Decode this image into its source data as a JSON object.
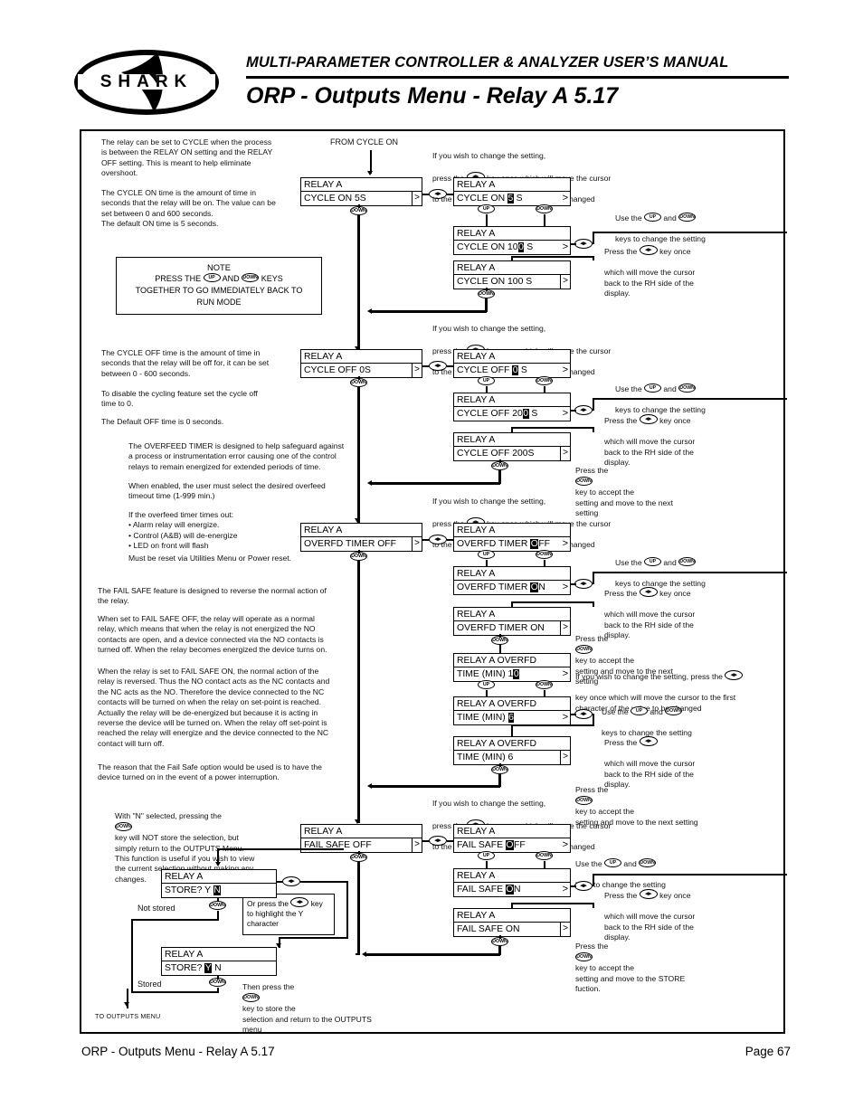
{
  "header": {
    "brand": "SHARK",
    "manual_title": "MULTI-PARAMETER CONTROLLER & ANALYZER USER’S MANUAL",
    "page_title": "ORP - Outputs Menu - Relay A 5.17"
  },
  "footer": {
    "left": "ORP - Outputs Menu - Relay A 5.17",
    "right": "Page 67"
  },
  "keys": {
    "up": "UP",
    "down": "DOWN",
    "leftright": "◂▸"
  },
  "flow": {
    "entry_label": "FROM CYCLE ON",
    "exit_label": "TO OUTPUTS MENU"
  },
  "notes": {
    "cycle_intro": "The relay can be set to CYCLE when the process\nis between the RELAY ON setting and the RELAY\nOFF setting. This is meant to help eliminate\novershoot.",
    "cycle_on": "The CYCLE ON time is the amount of time in\nseconds that the relay will be on. The value can be\nset between 0 and 600 seconds.\nThe default ON time is 5 seconds.",
    "note_title": "NOTE",
    "note_line1_a": "PRESS THE",
    "note_line1_b": "AND",
    "note_line1_c": "KEYS",
    "note_line2": "TOGETHER TO GO IMMEDIATELY BACK TO",
    "note_line3": "RUN MODE",
    "cycle_off": "The CYCLE OFF time is the amount of time in\nseconds that the relay will be off for, it can be set\nbetween 0 - 600 seconds.",
    "cycle_off_disable": "To disable  the cycling feature set the cycle off\ntime to 0.",
    "cycle_off_default": "The Default OFF time is 0 seconds.",
    "overfeed_1": "The OVERFEED TIMER is designed to help safeguard against\na process or instrumentation error causing one of the control\nrelays to remain energized for extended periods of time.",
    "overfeed_2": "When enabled, the user must select the desired overfeed\ntimeout time (1-999 min.)",
    "overfeed_3": "If the overfeed timer times out:\n• Alarm relay will energize.\n• Control (A&B) will de-energize\n• LED on front will flash",
    "overfeed_4": "Must be reset via Utilities Menu or Power reset.",
    "failsafe_1": "The FAIL SAFE feature is designed to reverse the normal action of\nthe relay.",
    "failsafe_2": "When set to FAIL SAFE OFF, the relay will operate as a normal\nrelay, which means that when the relay is not energized the NO\ncontacts are open, and a device connected via the NO contacts is\nturned off. When the relay becomes energized the device turns on.",
    "failsafe_3": "When the relay is set to FAIL SAFE ON, the normal action of the\nrelay is reversed. Thus the NO contact acts as the NC contacts and\nthe NC acts as the NO. Therefore the device connected to the NC\ncontacts will be turned on when the relay on set-point is reached.\nActually the relay will be de-energized but because it is acting in\nreverse the device will be turned on. When the relay off set-point is\nreached the relay will energize and the device connected to the NC\ncontact will turn off.",
    "failsafe_4": "The reason that the Fail Safe option would be used is to have the\ndevice turned on in the event of a power interruption.",
    "store_n_a": "With \"N\" selected, pressing the",
    "store_n_b": "key will NOT store the selection, but\nsimply return to the OUTPUTS Menu.\nThis function is useful if you wish to view\nthe current selection without making any\nchanges.",
    "not_stored": "Not stored",
    "stored": "Stored",
    "or_press_a": "Or press the",
    "or_press_b": "key to highlight\nthe Y character",
    "then_press_a": "Then press the",
    "then_press_b": "key to store the\nselection and return to the OUTPUTS\nmenu"
  },
  "instructions": {
    "change_setting_a": "If you wish to change the setting,",
    "change_setting_b": "press the",
    "change_setting_c": "key once which will move the cursor",
    "change_setting_d": "to the first character of the value to be changed",
    "use_keys_a": "Use the",
    "use_keys_b": "and",
    "use_keys_c": "keys to change the setting",
    "press_lr_a": "Press the",
    "press_lr_b": "key once",
    "press_lr_c": "which will move the cursor\nback to the RH side of the\ndisplay.",
    "accept_next_a": "Press the",
    "accept_next_b": "key to accept the\nsetting and move to the next\nsetting",
    "accept_next_single_a": "Press the",
    "accept_next_single_b": "key to accept the\nsetting and move to the next setting",
    "accept_store_a": "Press the",
    "accept_store_b": "key to accept the\nsetting and move to the STORE\nfuction.",
    "time_change_a": "If you wish to change the setting, press the",
    "time_change_b": "key once which will move the cursor to the first\ncharacter of the value to be changed"
  },
  "displays": {
    "cycle_on_main": {
      "line1": "RELAY A",
      "line2_pre": "CYCLE ON   5S",
      "caret": ">"
    },
    "cycle_on_edit": {
      "line1": "RELAY A",
      "pre": "CYCLE ON      ",
      "hl": "5",
      "post": " S",
      "caret": ">"
    },
    "cycle_on_100": {
      "line1": "RELAY A",
      "pre": "CYCLE ON  10",
      "hl": "0",
      "post": " S",
      "caret": ">"
    },
    "cycle_on_done": {
      "line1": "RELAY A",
      "line2_pre": "CYCLE ON  100 S",
      "caret": ">"
    },
    "cycle_off_main": {
      "line1": "RELAY A",
      "line2_pre": "CYCLE OFF    0S",
      "caret": ">"
    },
    "cycle_off_edit": {
      "line1": "RELAY A",
      "pre": "CYCLE  OFF      ",
      "hl": "0",
      "post": " S",
      "caret": ">"
    },
    "cycle_off_200": {
      "line1": "RELAY A",
      "pre": "CYCLE  OFF  20",
      "hl": "0",
      "post": " S",
      "caret": ">"
    },
    "cycle_off_done": {
      "line1": "RELAY A",
      "line2_pre": "CYCLE  OFF  200S",
      "caret": ">"
    },
    "overfd_main": {
      "line1": "RELAY A",
      "line2_pre": "OVERFD TIMER OFF",
      "caret": ">"
    },
    "overfd_edit": {
      "line1": "RELAY A",
      "pre": "OVERFD TIMER ",
      "hl": "O",
      "post": "FF",
      "caret": ">"
    },
    "overfd_on_edit": {
      "line1": "RELAY A",
      "pre": "OVERFD TIMER ",
      "hl": "O",
      "post": "N",
      "caret": ">"
    },
    "overfd_on_done": {
      "line1": "RELAY A",
      "line2_pre": "OVERFD TIMER ON",
      "caret": ">"
    },
    "time_edit_10": {
      "line1": "RELAY A OVERFD",
      "pre": "TIME (MIN)    1",
      "hl": "0",
      "post": "",
      "caret": ">"
    },
    "time_edit_6": {
      "line1": "RELAY A OVERFD",
      "pre": "TIME (MIN)    ",
      "hl": "6",
      "post": "",
      "caret": ">"
    },
    "time_done_6": {
      "line1": "RELAY A OVERFD",
      "line2_pre": "TIME (MIN)     6",
      "caret": ">"
    },
    "failsafe_main": {
      "line1": "RELAY A",
      "line2_pre": "FAIL  SAFE  OFF",
      "caret": ">"
    },
    "failsafe_edit": {
      "line1": "RELAY A",
      "pre": "FAIL  SAFE  ",
      "hl": "O",
      "post": "FF",
      "caret": ">"
    },
    "failsafe_on_edit": {
      "line1": "RELAY A",
      "pre": "FAIL  SAFE  ",
      "hl": "O",
      "post": "N",
      "caret": ">"
    },
    "failsafe_on_done": {
      "line1": "RELAY A",
      "line2_pre": "FAIL  SAFE  ON",
      "caret": ">"
    },
    "store_n": {
      "line1": "RELAY A",
      "pre": "STORE?              Y ",
      "hl": "N",
      "post": "",
      "caret": ""
    },
    "store_y": {
      "line1": "RELAY A",
      "pre": "STORE?              ",
      "hl": "Y",
      "post": " N",
      "caret": ""
    }
  }
}
